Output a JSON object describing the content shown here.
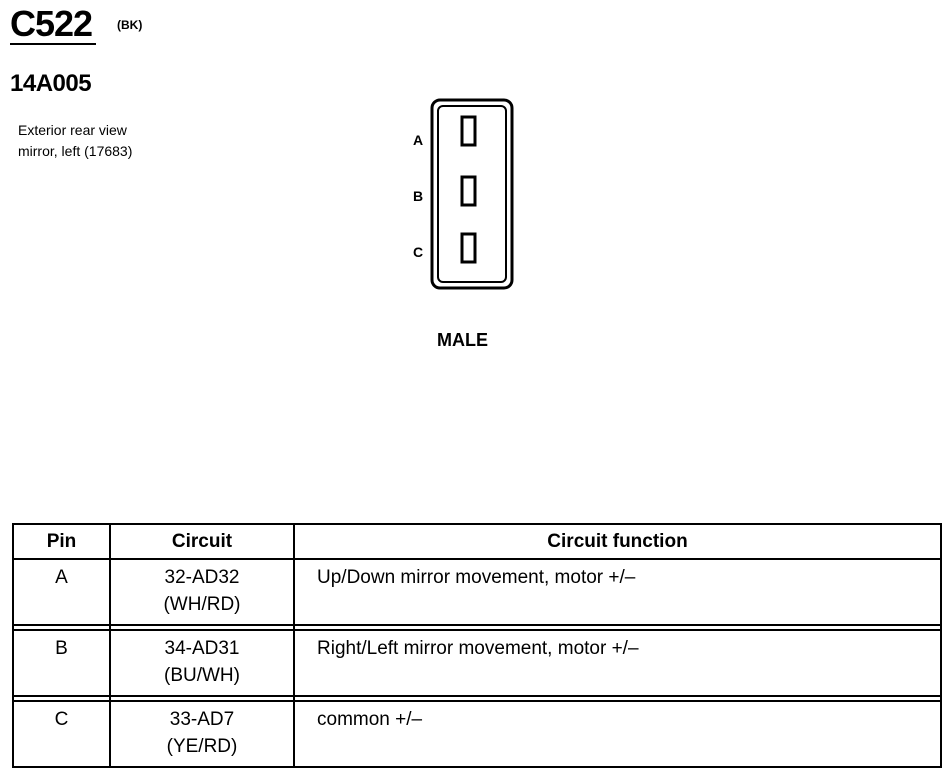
{
  "connector": {
    "id": "C522",
    "color_code": "(BK)",
    "part_number": "14A005",
    "description_line1": "Exterior rear view",
    "description_line2": "mirror, left (17683)",
    "gender": "MALE",
    "pin_labels": [
      "A",
      "B",
      "C"
    ]
  },
  "table": {
    "headers": {
      "pin": "Pin",
      "circuit": "Circuit",
      "function": "Circuit function"
    },
    "rows": [
      {
        "pin": "A",
        "circuit": "32-AD32",
        "wire_color": "(WH/RD)",
        "function": "Up/Down mirror movement, motor +/–"
      },
      {
        "pin": "B",
        "circuit": "34-AD31",
        "wire_color": "(BU/WH)",
        "function": "Right/Left mirror movement, motor +/–"
      },
      {
        "pin": "C",
        "circuit": "33-AD7",
        "wire_color": "(YE/RD)",
        "function": "common +/–"
      }
    ]
  }
}
